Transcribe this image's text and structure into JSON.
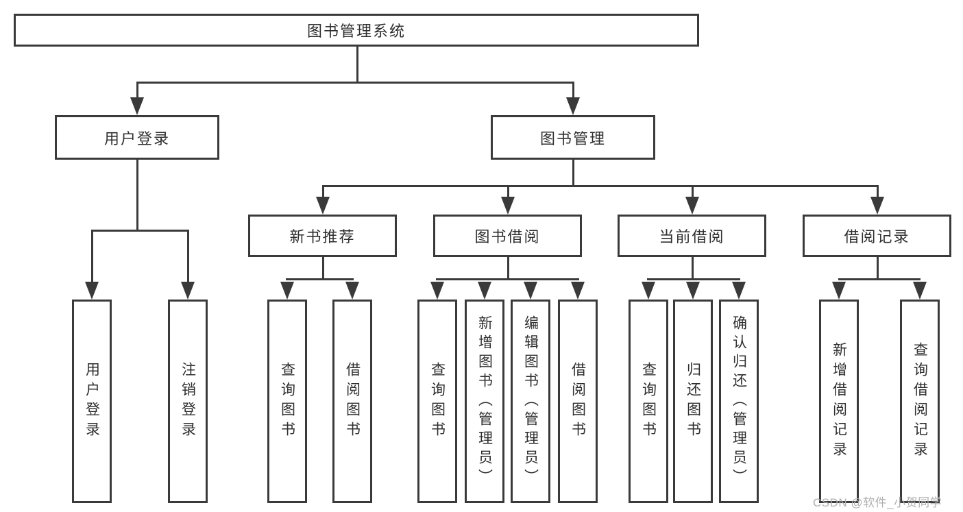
{
  "style": {
    "line_color": "#3a3a3a",
    "text_color": "#2f2f2f",
    "watermark_color": "#b0b0b0",
    "background": "#ffffff"
  },
  "diagram": {
    "title": "图书管理系统",
    "level2": {
      "user_login": "用户登录",
      "book_management": "图书管理"
    },
    "level3": {
      "new_book_recommend": "新书推荐",
      "book_borrowing": "图书借阅",
      "current_borrowing": "当前借阅",
      "borrowing_records": "借阅记录"
    },
    "leaves": {
      "user_login": "用户登录",
      "logout": "注销登录",
      "recommend_query_books": "查询图书",
      "recommend_borrow_books": "借阅图书",
      "borrow_query_books": "查询图书",
      "borrow_add_books": "新增图书（管理员）",
      "borrow_edit_books": "编辑图书（管理员）",
      "borrow_borrow_books": "借阅图书",
      "current_query_books": "查询图书",
      "current_return_books": "归还图书",
      "current_confirm_return": "确认归还（管理员）",
      "records_add_record": "新增借阅记录",
      "records_query_record": "查询借阅记录"
    },
    "watermark": "CSDN @软件_小贺同学"
  }
}
